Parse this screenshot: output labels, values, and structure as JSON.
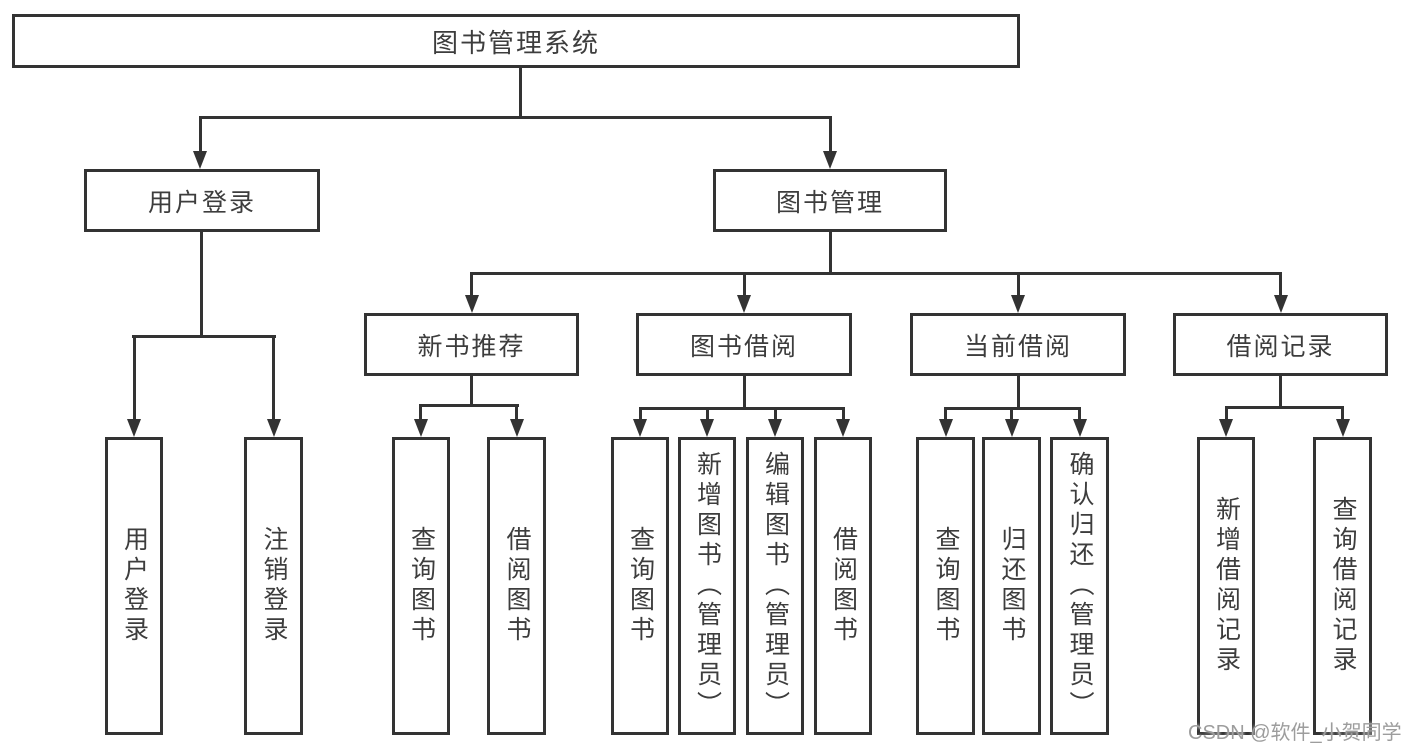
{
  "diagram_type": "hierarchy-tree",
  "tree": {
    "root": {
      "label": "图书管理系统"
    },
    "children": [
      {
        "label": "用户登录",
        "children": [
          {
            "label": "用户登录"
          },
          {
            "label": "注销登录"
          }
        ]
      },
      {
        "label": "图书管理",
        "children": [
          {
            "label": "新书推荐",
            "children": [
              {
                "label": "查询图书"
              },
              {
                "label": "借阅图书"
              }
            ]
          },
          {
            "label": "图书借阅",
            "children": [
              {
                "label": "查询图书"
              },
              {
                "label": "新增图书（管理员）"
              },
              {
                "label": "编辑图书（管理员）"
              },
              {
                "label": "借阅图书"
              }
            ]
          },
          {
            "label": "当前借阅",
            "children": [
              {
                "label": "查询图书"
              },
              {
                "label": "归还图书"
              },
              {
                "label": "确认归还（管理员）"
              }
            ]
          },
          {
            "label": "借阅记录",
            "children": [
              {
                "label": "新增借阅记录"
              },
              {
                "label": "查询借阅记录"
              }
            ]
          }
        ]
      }
    ]
  },
  "watermark": "CSDN @软件_小贺同学",
  "colors": {
    "line": "#333333",
    "text": "#3d3d3d",
    "background": "#ffffff",
    "watermark": "#9d9d9d"
  }
}
